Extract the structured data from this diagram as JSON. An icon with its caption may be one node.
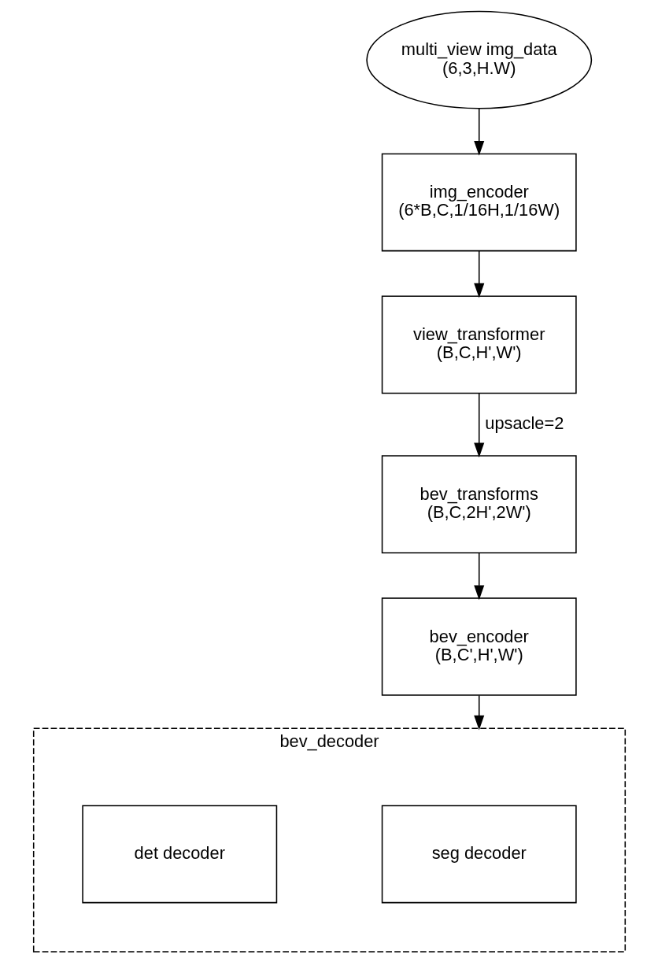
{
  "diagram": {
    "nodes": [
      {
        "text": [
          "multi_view img_data",
          "(6,3,H.W)"
        ]
      },
      {
        "text": [
          "img_encoder",
          "(6*B,C,1/16H,1/16W)"
        ]
      },
      {
        "text": [
          "view_transformer",
          "(B,C,H',W')"
        ]
      },
      {
        "text": [
          "bev_transforms",
          "(B,C,2H',2W')"
        ]
      },
      {
        "text": [
          "bev_encoder",
          "(B,C',H',W')"
        ]
      },
      {
        "text": [
          "bev_decoder"
        ]
      },
      {
        "text": [
          "seg decoder"
        ],
        "in": 5
      },
      {
        "text": [
          "det decoder"
        ],
        "in": 5
      }
    ],
    "edges": [
      {
        "from": 0,
        "to": 1,
        "arrow": "to"
      },
      {
        "from": 1,
        "to": 2,
        "arrow": "to"
      },
      {
        "from": 2,
        "to": 3,
        "arrow": "to",
        "label": "upsacle=2"
      },
      {
        "from": 3,
        "to": 4,
        "arrow": "to"
      },
      {
        "from": 4,
        "to": 5,
        "arrow": "to"
      }
    ]
  }
}
